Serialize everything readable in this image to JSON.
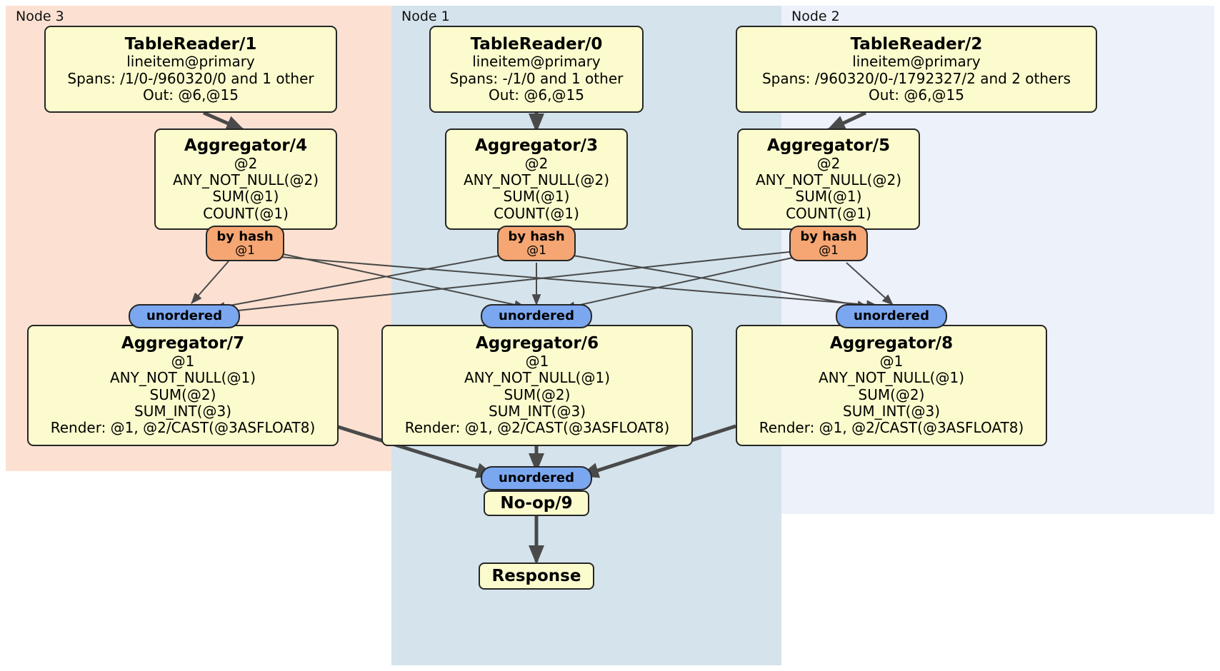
{
  "diagram": {
    "type": "distributed-query-plan",
    "colors": {
      "node3_panel": "#fce1d2",
      "node1_panel": "#d4e3ec",
      "node2_panel": "#ecf1fa",
      "box_fill": "#fbfbcd",
      "box_stroke": "#262626",
      "by_hash_fill": "#f5a673",
      "unordered_fill": "#7aa7f0",
      "edge": "#4a4a4a"
    }
  },
  "panels": [
    {
      "id": "node3",
      "label": "Node 3"
    },
    {
      "id": "node1",
      "label": "Node 1"
    },
    {
      "id": "node2",
      "label": "Node 2"
    }
  ],
  "processors": {
    "table_reader_1": {
      "title": "TableReader/1",
      "lines": [
        "lineitem@primary",
        "Spans: /1/0-/960320/0 and 1 other",
        "Out: @6,@15"
      ]
    },
    "table_reader_0": {
      "title": "TableReader/0",
      "lines": [
        "lineitem@primary",
        "Spans: -/1/0 and 1 other",
        "Out: @6,@15"
      ]
    },
    "table_reader_2": {
      "title": "TableReader/2",
      "lines": [
        "lineitem@primary",
        "Spans: /960320/0-/1792327/2 and 2 others",
        "Out: @6,@15"
      ]
    },
    "aggregator_4": {
      "title": "Aggregator/4",
      "lines": [
        "@2",
        "ANY_NOT_NULL(@2)",
        "SUM(@1)",
        "COUNT(@1)"
      ]
    },
    "aggregator_3": {
      "title": "Aggregator/3",
      "lines": [
        "@2",
        "ANY_NOT_NULL(@2)",
        "SUM(@1)",
        "COUNT(@1)"
      ]
    },
    "aggregator_5": {
      "title": "Aggregator/5",
      "lines": [
        "@2",
        "ANY_NOT_NULL(@2)",
        "SUM(@1)",
        "COUNT(@1)"
      ]
    },
    "aggregator_7": {
      "title": "Aggregator/7",
      "lines": [
        "@1",
        "ANY_NOT_NULL(@1)",
        "SUM(@2)",
        "SUM_INT(@3)",
        "Render: @1, @2/CAST(@3ASFLOAT8)"
      ]
    },
    "aggregator_6": {
      "title": "Aggregator/6",
      "lines": [
        "@1",
        "ANY_NOT_NULL(@1)",
        "SUM(@2)",
        "SUM_INT(@3)",
        "Render: @1, @2/CAST(@3ASFLOAT8)"
      ]
    },
    "aggregator_8": {
      "title": "Aggregator/8",
      "lines": [
        "@1",
        "ANY_NOT_NULL(@1)",
        "SUM(@2)",
        "SUM_INT(@3)",
        "Render: @1, @2/CAST(@3ASFLOAT8)"
      ]
    },
    "no_op_9": {
      "title": "No-op/9"
    },
    "response": {
      "title": "Response"
    }
  },
  "routers": {
    "by_hash_left": {
      "title": "by hash",
      "column": "@1"
    },
    "by_hash_center": {
      "title": "by hash",
      "column": "@1"
    },
    "by_hash_right": {
      "title": "by hash",
      "column": "@1"
    },
    "unordered_left": {
      "title": "unordered"
    },
    "unordered_center": {
      "title": "unordered"
    },
    "unordered_right": {
      "title": "unordered"
    },
    "unordered_final": {
      "title": "unordered"
    }
  }
}
